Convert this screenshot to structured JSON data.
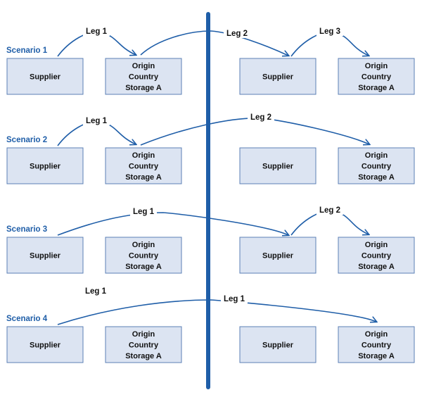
{
  "colors": {
    "accent": "#1f5ea8",
    "box_fill": "#dce4f2",
    "box_stroke": "#5b7fb5",
    "text": "#111111"
  },
  "scenarios": [
    {
      "label": "Scenario 1",
      "boxes": [
        "Supplier",
        "Origin Country Storage A",
        "Supplier",
        "Origin Country Storage A"
      ],
      "legs": [
        {
          "label": "Leg 1",
          "from": 0,
          "to": 1
        },
        {
          "label": "Leg 2",
          "from": 1,
          "to": 2
        },
        {
          "label": "Leg 3",
          "from": 2,
          "to": 3
        }
      ]
    },
    {
      "label": "Scenario 2",
      "boxes": [
        "Supplier",
        "Origin Country Storage A",
        "Supplier",
        "Origin Country Storage A"
      ],
      "legs": [
        {
          "label": "Leg 1",
          "from": 0,
          "to": 1
        },
        {
          "label": "Leg 2",
          "from": 1,
          "to": 3
        }
      ]
    },
    {
      "label": "Scenario 3",
      "boxes": [
        "Supplier",
        "Origin Country Storage A",
        "Supplier",
        "Origin Country Storage A"
      ],
      "legs": [
        {
          "label": "Leg 1",
          "from": 0,
          "to": 2
        },
        {
          "label": "Leg 2",
          "from": 2,
          "to": 3
        }
      ]
    },
    {
      "label": "Scenario 4",
      "boxes": [
        "Supplier",
        "Origin Country Storage A",
        "Supplier",
        "Origin Country Storage A"
      ],
      "legs": [
        {
          "label": "Leg 1",
          "from": 0,
          "to": 3
        }
      ],
      "note": "Leg 1"
    }
  ]
}
